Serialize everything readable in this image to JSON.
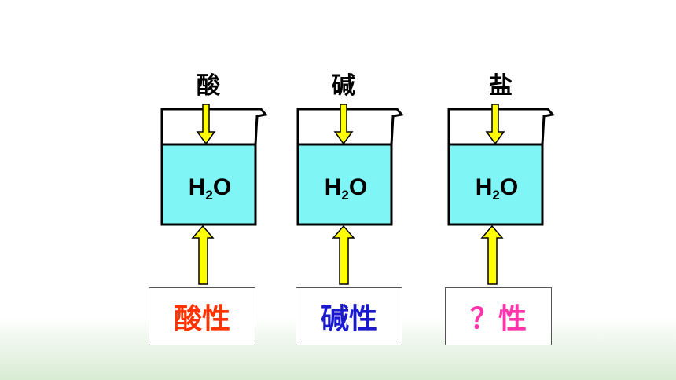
{
  "background": "#ffffff",
  "colors": {
    "water": "#7ff5f5",
    "arrow_fill": "#ffff00",
    "arrow_stroke": "#000000",
    "acid_result": "#ff3300",
    "base_result": "#1a1acc",
    "salt_result": "#ff33aa"
  },
  "beakers": [
    {
      "solute": "酸",
      "water": {
        "symbol": "H",
        "subscript": "2",
        "tail": "O"
      },
      "result": "酸性",
      "result_color": "#ff3300"
    },
    {
      "solute": "碱",
      "water": {
        "symbol": "H",
        "subscript": "2",
        "tail": "O"
      },
      "result": "碱性",
      "result_color": "#1a1acc"
    },
    {
      "solute": "盐",
      "water": {
        "symbol": "H",
        "subscript": "2",
        "tail": "O"
      },
      "result": "？性",
      "result_color": "#ff33aa"
    }
  ]
}
